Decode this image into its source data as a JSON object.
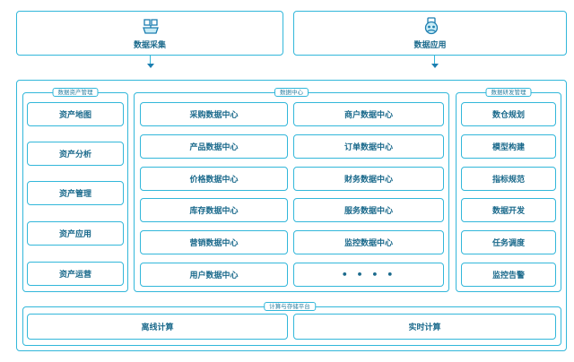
{
  "top": {
    "collection": {
      "label": "数据采集",
      "icon": "data-collection-icon"
    },
    "application": {
      "label": "数据应用",
      "icon": "data-application-icon"
    }
  },
  "asset_mgmt": {
    "title": "数据资产管理",
    "items": [
      "资产地图",
      "资产分析",
      "资产管理",
      "资产应用",
      "资产运营"
    ]
  },
  "data_center": {
    "title": "数据中心",
    "left": [
      "采购数据中心",
      "产品数据中心",
      "价格数据中心",
      "库存数据中心",
      "营销数据中心",
      "用户数据中心"
    ],
    "right": [
      "商户数据中心",
      "订单数据中心",
      "财务数据中心",
      "服务数据中心",
      "监控数据中心",
      "• • • •"
    ]
  },
  "dev_mgmt": {
    "title": "数据研发管理",
    "items": [
      "数仓规划",
      "模型构建",
      "指标规范",
      "数据开发",
      "任务调度",
      "监控告警"
    ]
  },
  "platform": {
    "title": "计算与存储平台",
    "items": [
      "离线计算",
      "实时计算"
    ]
  },
  "colors": {
    "border": "#32b7da",
    "text": "#1b6a8c",
    "arrow": "#1c7eb0"
  }
}
